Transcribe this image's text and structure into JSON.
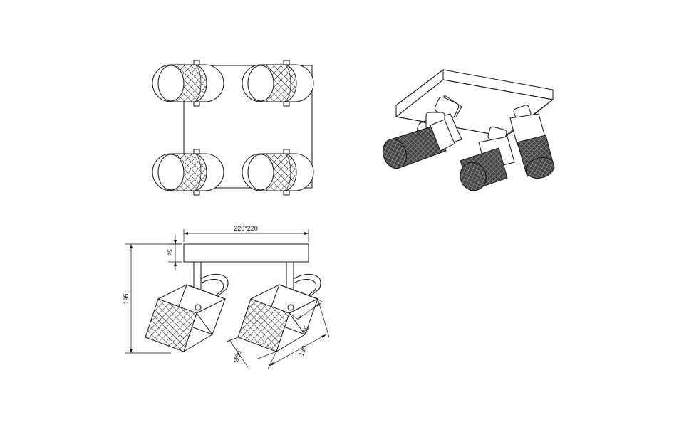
{
  "dimensions": {
    "width_label": "220*220",
    "base_height_label": "25",
    "total_height_label": "195",
    "shade_diameter_label": "Ø60",
    "mesh_length_label": "65",
    "shade_length_label": "130"
  },
  "colors": {
    "line": "#111111",
    "background": "#ffffff",
    "mesh_fill": "#555555"
  }
}
